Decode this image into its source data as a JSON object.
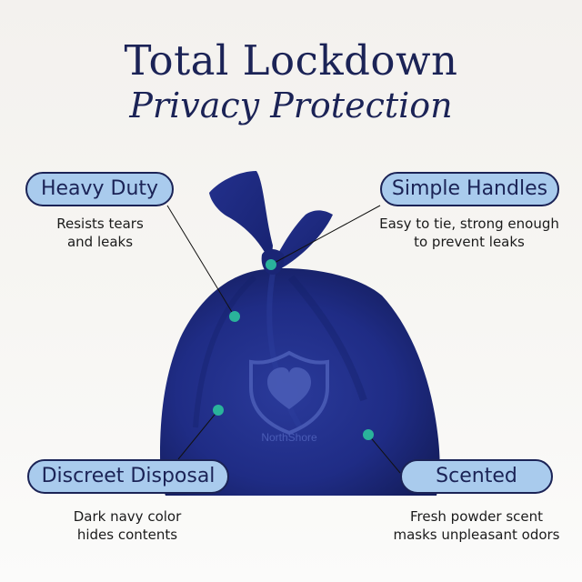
{
  "header": {
    "title": "Total Lockdown",
    "subtitle": "Privacy Protection"
  },
  "callouts": [
    {
      "label": "Heavy Duty",
      "desc_lines": [
        "Resists tears",
        "and leaks"
      ]
    },
    {
      "label": "Simple Handles",
      "desc_lines": [
        "Easy to tie, strong enough",
        "to prevent leaks"
      ]
    },
    {
      "label": "Discreet Disposal",
      "desc_lines": [
        "Dark navy color",
        "hides contents"
      ]
    },
    {
      "label": "Scented",
      "desc_lines": [
        "Fresh powder scent",
        "masks unpleasant odors"
      ]
    }
  ],
  "bag": {
    "brand": "NorthShore",
    "logo": "heart-shield-icon"
  },
  "colors": {
    "navy": "#1b2356",
    "pill": "#a9cbed",
    "bag": "#1d2a80",
    "dot": "#2ab39b"
  }
}
